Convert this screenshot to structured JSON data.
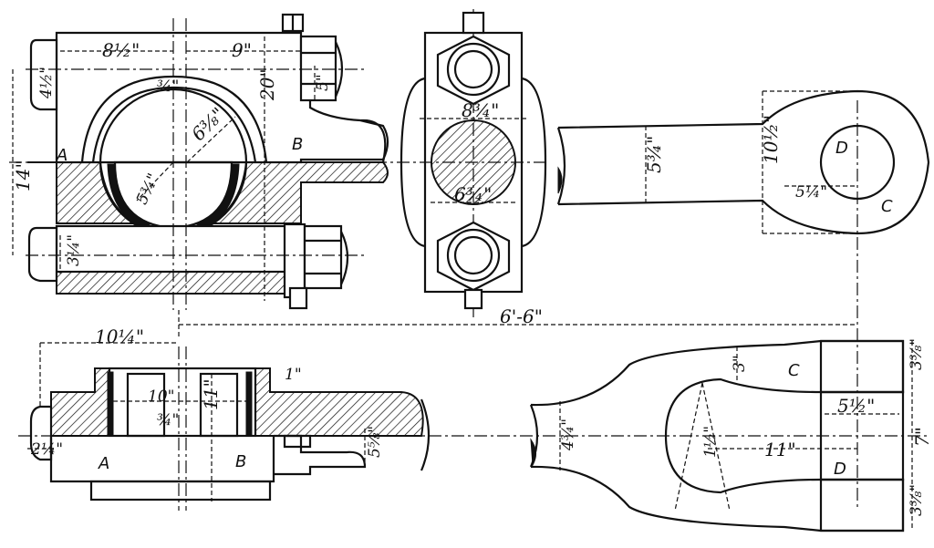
{
  "letters": {
    "a1": "A",
    "b1": "B",
    "a2": "A",
    "b2": "B",
    "c1": "C",
    "c2": "C",
    "d1": "D",
    "d2": "D"
  },
  "dimensions": {
    "d_8_half": "8½\"",
    "d_9": "9\"",
    "d_4_half": "4½\"",
    "d_5": "5\"",
    "d_3_4_top": "¾\"",
    "d_20": "20\"",
    "d_6_3_8": "6⅜\"",
    "d_5_3_4_a": "5¾\"",
    "d_14": "14\"",
    "d_3_1_4": "3¼\"",
    "d_8_3_4": "8¾\"",
    "d_6_3_4": "6¾\"",
    "d_5_3_4_b": "5¾\"",
    "d_10_half": "10½\"",
    "d_5_1_4": "5¼\"",
    "d_6_6": "6'-6\"",
    "d_10_1_4": "10¼\"",
    "d_10": "10\"",
    "d_1": "1\"",
    "d_11_a": "11\"",
    "d_3_4_low": "¾\"",
    "d_2_1_4": "2¼\"",
    "d_5_5_8": "5⅝\"",
    "d_3": "3\"",
    "d_3_3_8_a": "3⅜\"",
    "d_5_half": "5½\"",
    "d_7": "7\"",
    "d_4_3_4": "4¾\"",
    "d_1_half": "1½\"",
    "d_11_b": "11\"",
    "d_3_3_8_b": "3⅜\""
  }
}
